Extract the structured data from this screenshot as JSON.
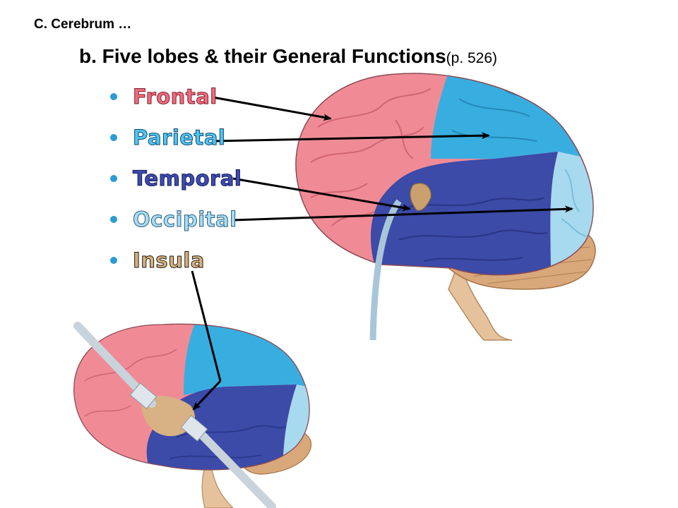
{
  "section_title": "C.  Cerebrum …",
  "slide_title": {
    "main": "b.  Five lobes & their General Functions",
    "page_ref": "(p. 526)"
  },
  "lobes": [
    {
      "label": "Frontal",
      "color": "#f06b7c"
    },
    {
      "label": "Parietal",
      "color": "#52c4ef"
    },
    {
      "label": "Temporal",
      "color": "#3d4bb2"
    },
    {
      "label": "Occipital",
      "color": "#a9dcf2"
    },
    {
      "label": "Insula",
      "color": "#d6b07f"
    }
  ],
  "colors": {
    "frontal": "#f08b96",
    "parietal": "#38aee0",
    "temporal": "#3c4aa8",
    "occipital": "#a7d9ef",
    "cerebellum": "#d9a87a",
    "brainstem": "#e5c29b",
    "bullet": "#2a9bd3"
  }
}
